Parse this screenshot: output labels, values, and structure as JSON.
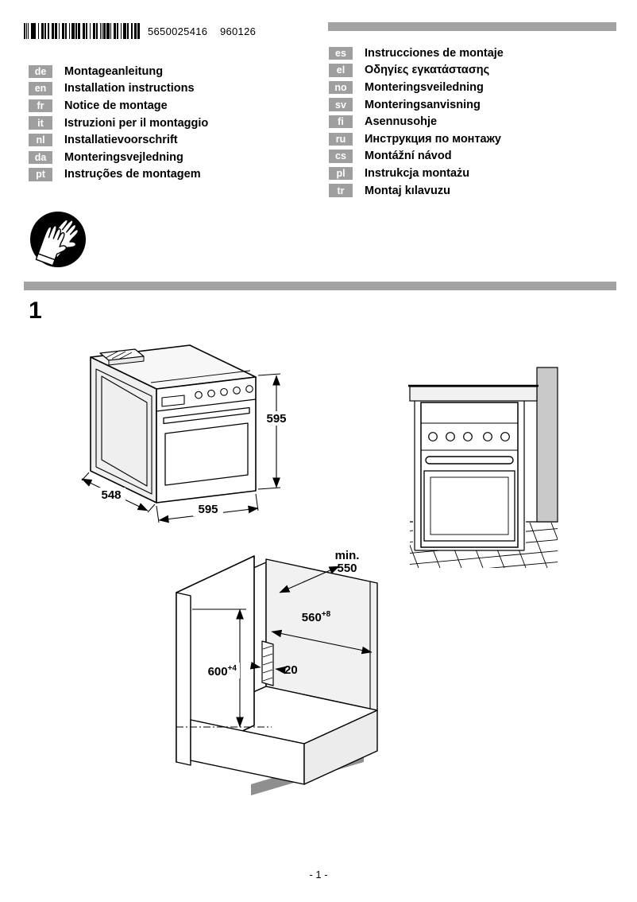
{
  "colors": {
    "rule_gray": "#a2a2a2",
    "badge_gray": "#9f9f9f",
    "wall_gray": "#c9c9c9",
    "plinth_dark": "#8f8f8f"
  },
  "header": {
    "barcode_text": "5650025416    960126"
  },
  "languages": {
    "left": [
      {
        "code": "de",
        "title": "Montageanleitung"
      },
      {
        "code": "en",
        "title": "Installation instructions"
      },
      {
        "code": "fr",
        "title": "Notice de montage"
      },
      {
        "code": "it",
        "title": "Istruzioni per il montaggio"
      },
      {
        "code": "nl",
        "title": "Installatievoorschrift"
      },
      {
        "code": "da",
        "title": "Monteringsvejledning"
      },
      {
        "code": "pt",
        "title": "Instruções de montagem"
      }
    ],
    "right": [
      {
        "code": "es",
        "title": "Instrucciones de montaje"
      },
      {
        "code": "el",
        "title": "Οδηγίες εγκατάστασης"
      },
      {
        "code": "no",
        "title": "Monteringsveiledning"
      },
      {
        "code": "sv",
        "title": "Monteringsanvisning"
      },
      {
        "code": "fi",
        "title": "Asennusohje"
      },
      {
        "code": "ru",
        "title": "Инструкция по монтажу"
      },
      {
        "code": "cs",
        "title": "Montážní návod"
      },
      {
        "code": "pl",
        "title": "Instrukcja montażu"
      },
      {
        "code": "tr",
        "title": "Montaj kılavuzu"
      }
    ]
  },
  "figure": {
    "number": "1",
    "dims": {
      "oven_height": "595",
      "oven_width": "595",
      "oven_depth": "548",
      "niche_min_label": "min.",
      "niche_min_depth": "550",
      "niche_width": "560",
      "niche_width_tol": "+8",
      "niche_height": "600",
      "niche_height_tol": "+4",
      "rear_gap": "20"
    }
  },
  "footer": {
    "page_number": "- 1 -"
  }
}
